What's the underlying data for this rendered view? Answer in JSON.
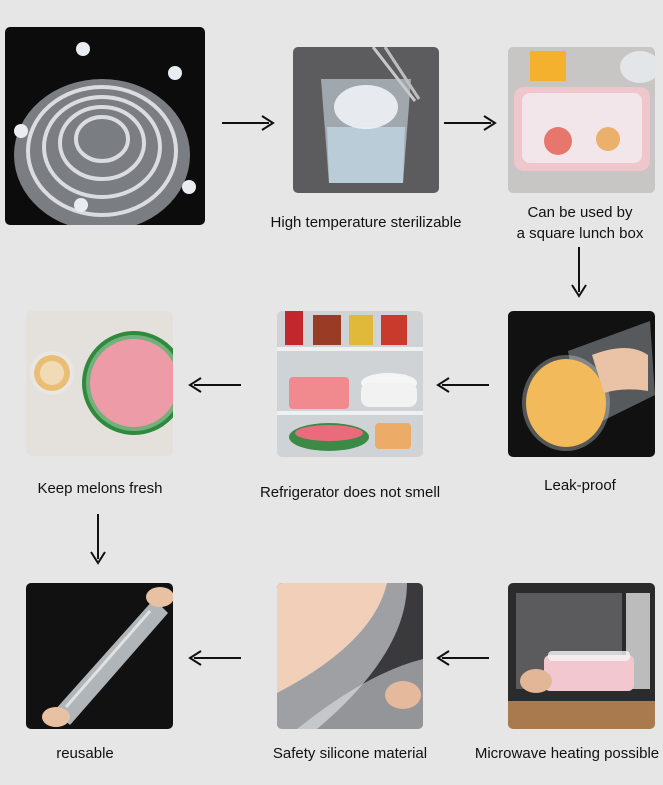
{
  "steps": [
    {
      "caption": "",
      "icon": "stacked-silicone-lids-photo"
    },
    {
      "caption": "High temperature sterilizable",
      "icon": "lid-in-hot-water-glass-photo"
    },
    {
      "caption_lines": [
        "Can be used by",
        "a square lunch box"
      ],
      "icon": "lid-on-lunch-box-photo"
    },
    {
      "caption": "Leak-proof",
      "icon": "lid-on-tipped-cup-photo"
    },
    {
      "caption": "Refrigerator does not smell",
      "icon": "fridge-shelves-photo"
    },
    {
      "caption": "Keep melons fresh",
      "icon": "lid-on-melon-photo"
    },
    {
      "caption": "reusable",
      "icon": "stretched-lid-photo"
    },
    {
      "caption": "Safety silicone material",
      "icon": "silicone-lid-closeup-photo"
    },
    {
      "caption": "Microwave heating possible",
      "icon": "box-in-microwave-photo"
    }
  ],
  "colors": {
    "background": "#e6e6e6",
    "arrow": "#111111",
    "caption_text": "#111111"
  }
}
